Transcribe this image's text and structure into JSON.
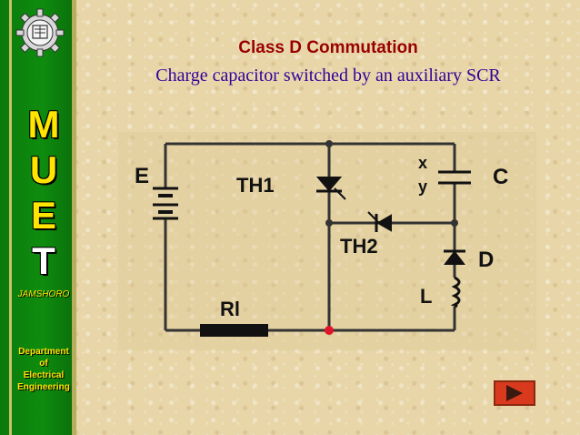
{
  "sidebar": {
    "letters": [
      "M",
      "U",
      "E",
      "T"
    ],
    "location": "JAMSHORO",
    "department": [
      "Department",
      "of",
      "Electrical",
      "Engineering"
    ],
    "logo_icon": "gear-emblem-icon"
  },
  "slide": {
    "title": "Class D Commutation",
    "subtitle": "Charge capacitor switched by an auxiliary SCR"
  },
  "circuit": {
    "labels": {
      "source": "E",
      "main_scr": "TH1",
      "aux_scr": "TH2",
      "capacitor": "C",
      "cap_top": "x",
      "cap_bottom": "y",
      "diode": "D",
      "inductor": "L",
      "load": "Rl"
    }
  },
  "colors": {
    "sidebar_green": "#0e8c0e",
    "letter_yellow": "#ffe500",
    "title_red": "#990000",
    "subtitle_blue": "#330099",
    "junction_red": "#e0142a"
  },
  "nav": {
    "next_icon": "play-right-icon"
  }
}
